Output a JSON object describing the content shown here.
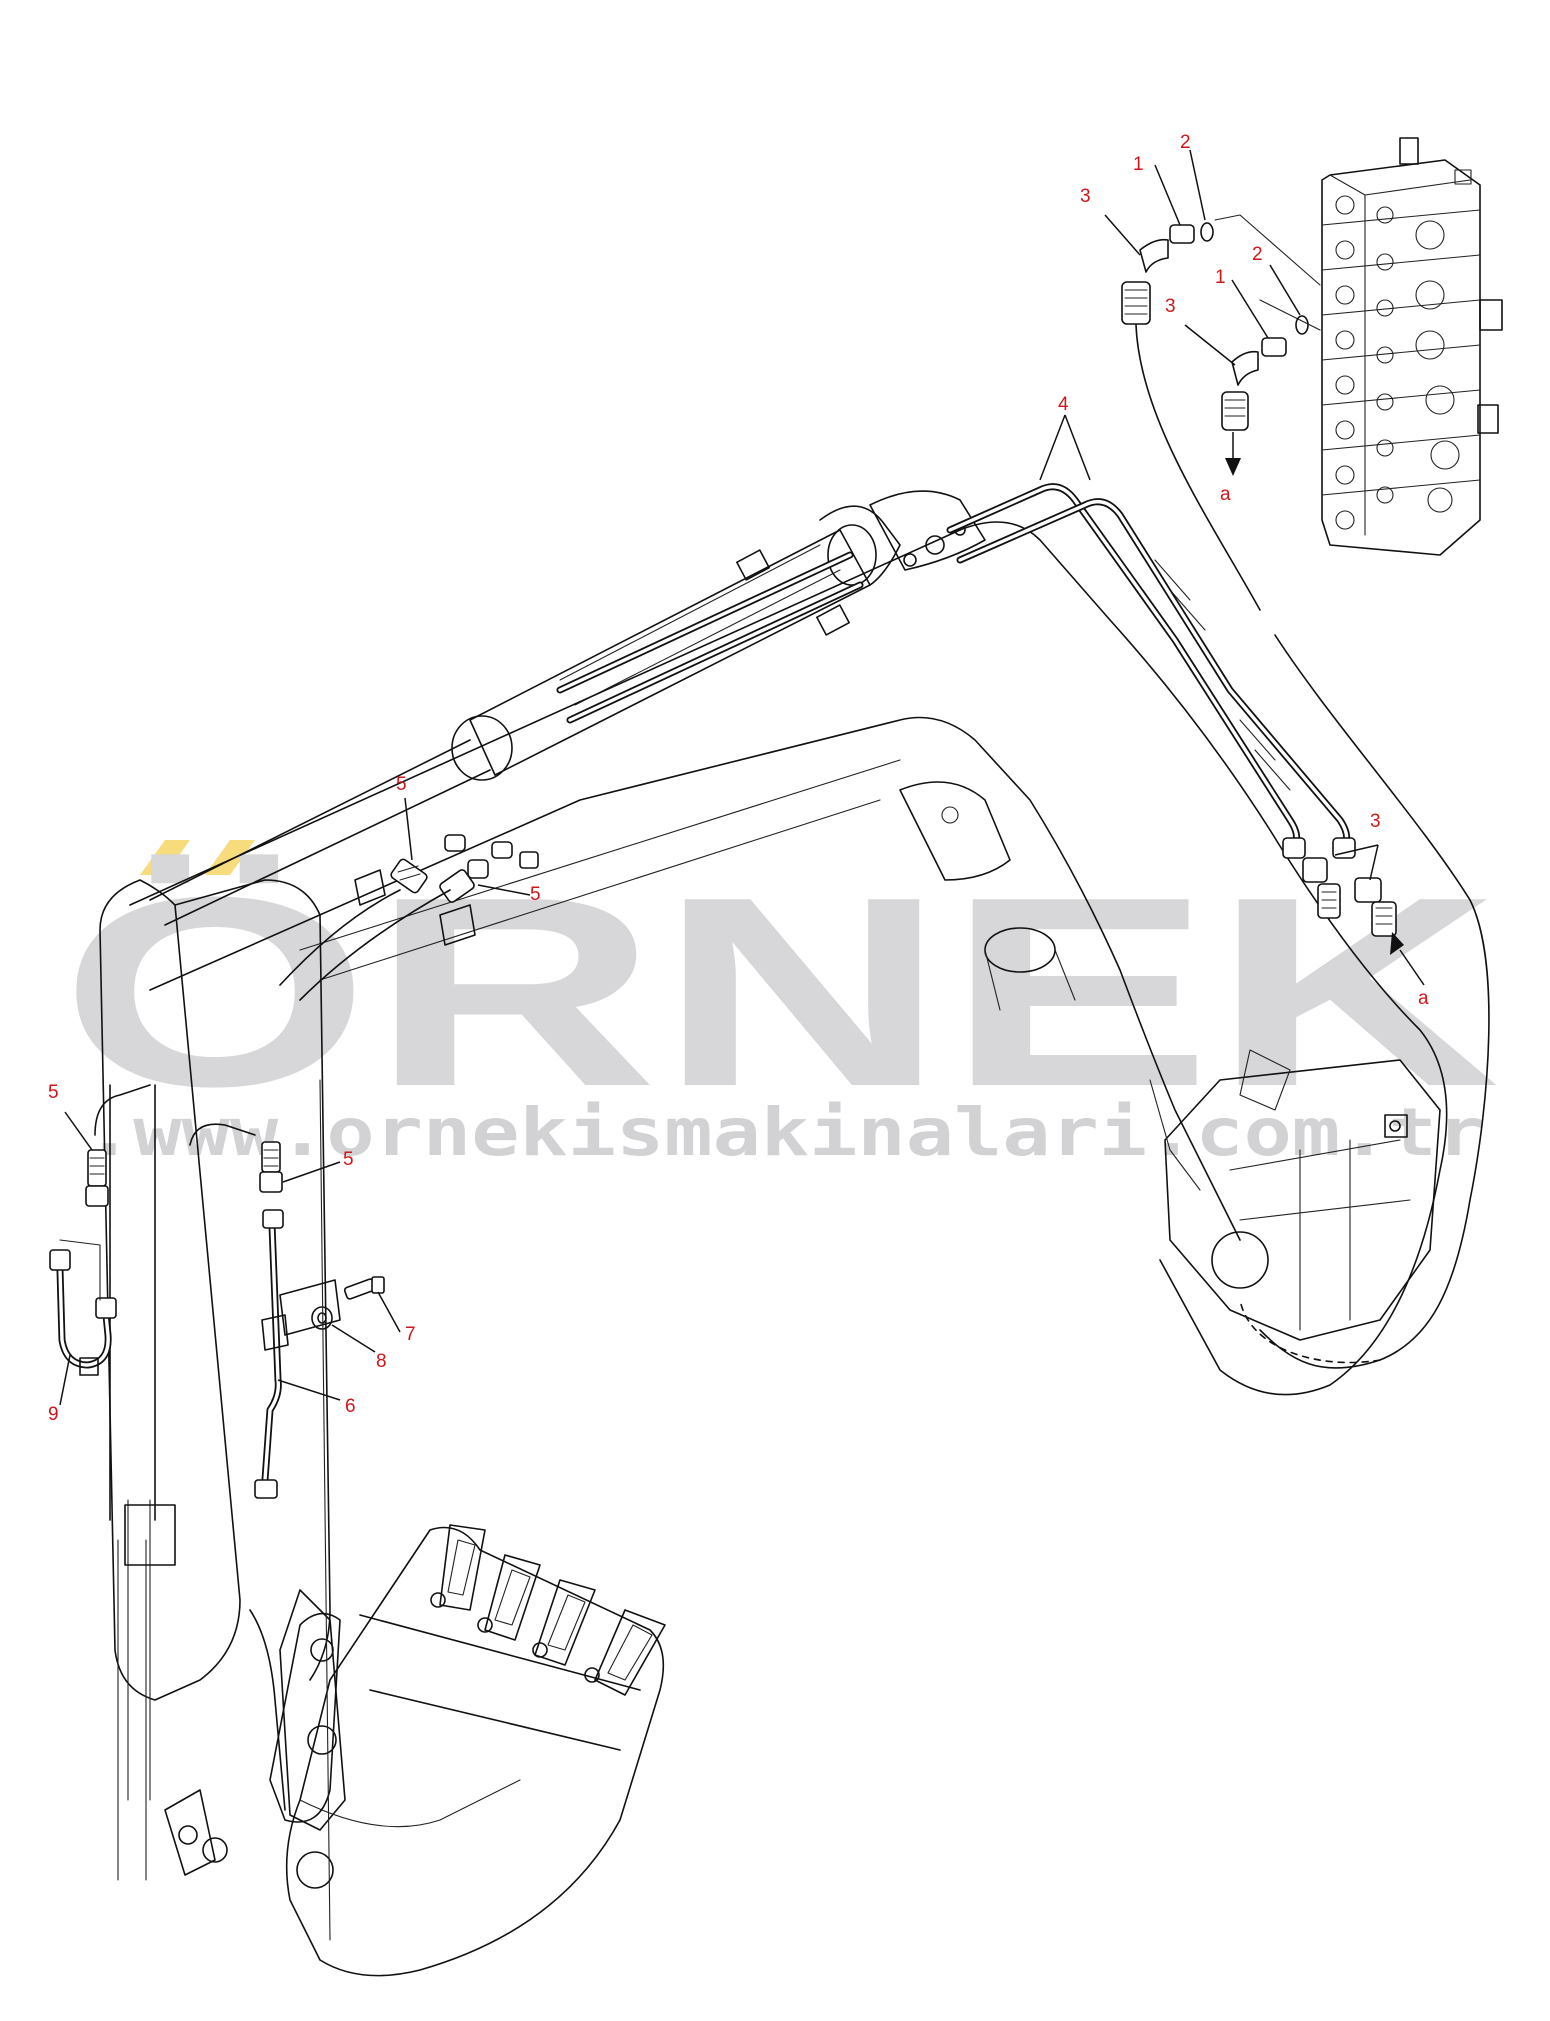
{
  "watermark": {
    "brand": "ÖRNEK",
    "url": ".www.ornekismakinalari.com.tr",
    "accent_color": "#f5d76e",
    "text_color": "#d7d7d9"
  },
  "callouts": {
    "c1a": "1",
    "c1b": "1",
    "c2a": "2",
    "c2b": "2",
    "c3a": "3",
    "c3b": "3",
    "c3c": "3",
    "c4": "4",
    "c5a": "5",
    "c5b": "5",
    "c5c": "5",
    "c5d": "5",
    "c6": "6",
    "c7": "7",
    "c8": "8",
    "c9": "9",
    "ca1": "a",
    "ca2": "a"
  },
  "label_color": "#d0161b"
}
